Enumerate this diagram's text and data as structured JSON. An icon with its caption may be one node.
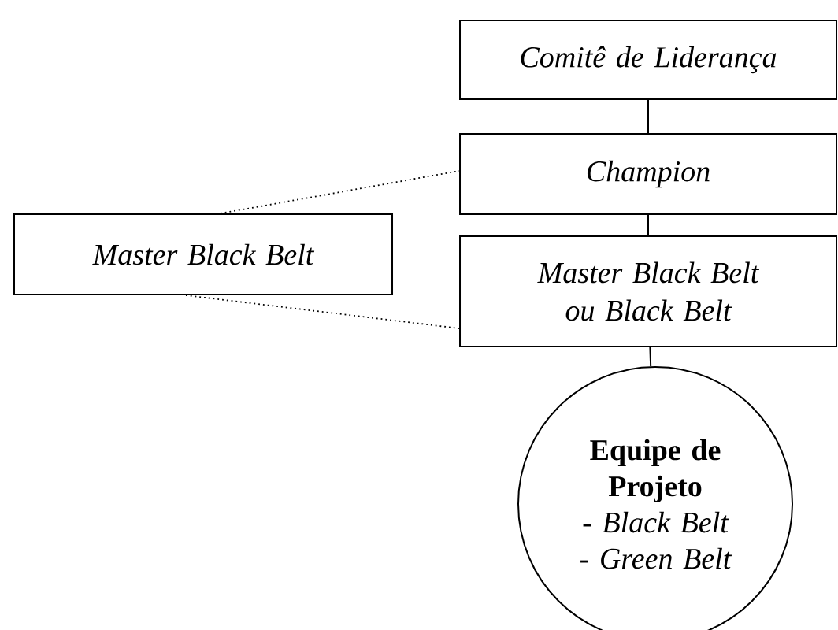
{
  "diagram": {
    "nodes": [
      {
        "text": [
          "Comitê de Liderança"
        ]
      },
      {
        "text": [
          "Champion"
        ]
      },
      {
        "text": [
          "Master Black Belt"
        ]
      },
      {
        "text": [
          "Master Black Belt ou Black Belt"
        ]
      },
      {
        "text": [
          "Equipe de Projeto",
          "- Black Belt",
          "- Green Belt"
        ]
      }
    ],
    "edges": [
      {
        "from": 0,
        "to": 1,
        "arrow": "none"
      },
      {
        "from": 1,
        "to": 3,
        "arrow": "none"
      },
      {
        "from": 3,
        "to": 4,
        "arrow": "none"
      },
      {
        "from": 2,
        "to": 1,
        "arrow": "none",
        "style": "dashed"
      },
      {
        "from": 2,
        "to": 3,
        "arrow": "none",
        "style": "dashed"
      }
    ]
  }
}
